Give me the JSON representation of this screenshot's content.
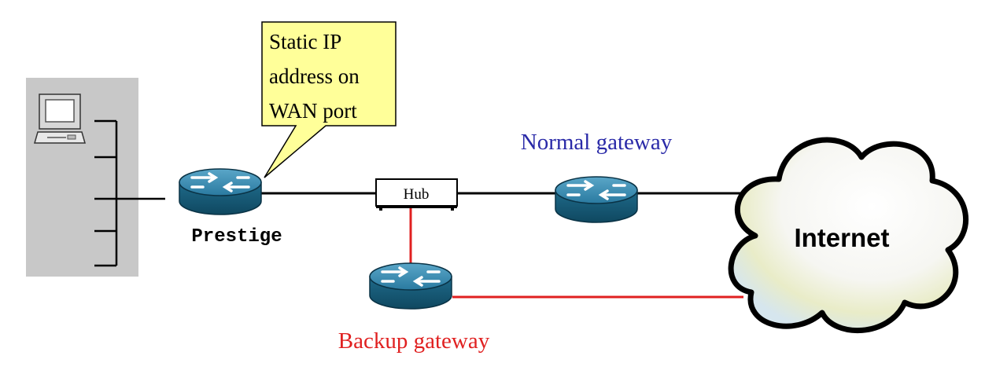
{
  "callout": {
    "lines": [
      "Static IP",
      "address on",
      "WAN port"
    ]
  },
  "labels": {
    "prestige": "Prestige",
    "hub": "Hub",
    "normal_gateway": "Normal gateway",
    "backup_gateway": "Backup gateway",
    "internet": "Internet"
  },
  "colors": {
    "lan_panel": "#c8c8c8",
    "callout_fill": "#ffff99",
    "normal_label": "#2a2aa8",
    "backup_label": "#e02020",
    "backup_link": "#e02020",
    "router_body": "#1e6b8c",
    "cloud_fill": "#ffffff"
  },
  "icons": {
    "computer": "desktop-computer-icon",
    "router": "router-icon",
    "cloud": "internet-cloud-icon"
  }
}
